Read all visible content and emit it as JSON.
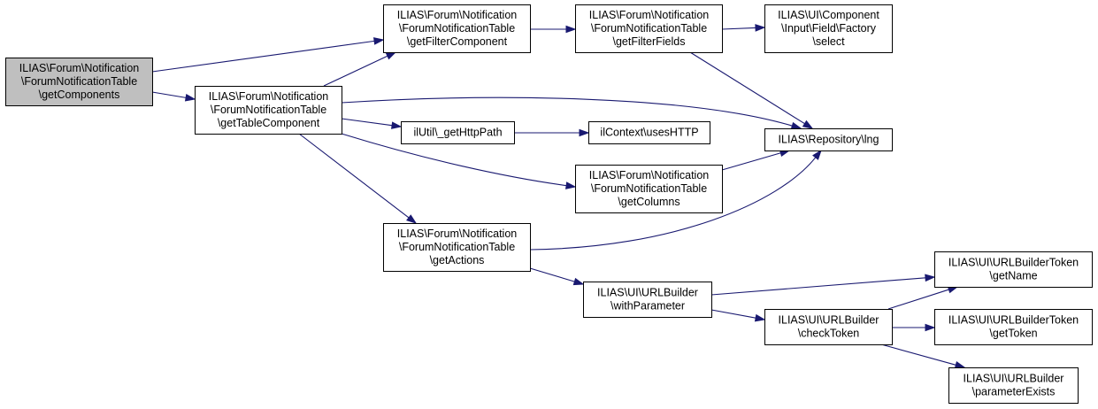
{
  "diagram": {
    "colors": {
      "edge": "#191970",
      "root_fill": "#bfbfbf",
      "node_fill": "#ffffff",
      "border": "#000000"
    },
    "nodes": [
      {
        "id": "getComponents",
        "lines": [
          "ILIAS\\Forum\\Notification",
          "\\ForumNotificationTable",
          "\\getComponents"
        ],
        "root": true
      },
      {
        "id": "getFilterComponent",
        "lines": [
          "ILIAS\\Forum\\Notification",
          "\\ForumNotificationTable",
          "\\getFilterComponent"
        ]
      },
      {
        "id": "getTableComponent",
        "lines": [
          "ILIAS\\Forum\\Notification",
          "\\ForumNotificationTable",
          "\\getTableComponent"
        ]
      },
      {
        "id": "getFilterFields",
        "lines": [
          "ILIAS\\Forum\\Notification",
          "\\ForumNotificationTable",
          "\\getFilterFields"
        ]
      },
      {
        "id": "select",
        "lines": [
          "ILIAS\\UI\\Component",
          "\\Input\\Field\\Factory",
          "\\select"
        ]
      },
      {
        "id": "lng",
        "lines": [
          "ILIAS\\Repository\\lng"
        ]
      },
      {
        "id": "getHttpPath",
        "lines": [
          "ilUtil\\_getHttpPath"
        ]
      },
      {
        "id": "usesHTTP",
        "lines": [
          "ilContext\\usesHTTP"
        ]
      },
      {
        "id": "getColumns",
        "lines": [
          "ILIAS\\Forum\\Notification",
          "\\ForumNotificationTable",
          "\\getColumns"
        ]
      },
      {
        "id": "getActions",
        "lines": [
          "ILIAS\\Forum\\Notification",
          "\\ForumNotificationTable",
          "\\getActions"
        ]
      },
      {
        "id": "withParameter",
        "lines": [
          "ILIAS\\UI\\URLBuilder",
          "\\withParameter"
        ]
      },
      {
        "id": "checkToken",
        "lines": [
          "ILIAS\\UI\\URLBuilder",
          "\\checkToken"
        ]
      },
      {
        "id": "getName",
        "lines": [
          "ILIAS\\UI\\URLBuilderToken",
          "\\getName"
        ]
      },
      {
        "id": "getToken",
        "lines": [
          "ILIAS\\UI\\URLBuilderToken",
          "\\getToken"
        ]
      },
      {
        "id": "parameterExists",
        "lines": [
          "ILIAS\\UI\\URLBuilder",
          "\\parameterExists"
        ]
      }
    ],
    "edges": [
      {
        "from": "getComponents",
        "to": "getFilterComponent"
      },
      {
        "from": "getComponents",
        "to": "getTableComponent"
      },
      {
        "from": "getFilterComponent",
        "to": "getFilterFields"
      },
      {
        "from": "getFilterFields",
        "to": "select"
      },
      {
        "from": "getFilterFields",
        "to": "lng"
      },
      {
        "from": "getTableComponent",
        "to": "getFilterComponent"
      },
      {
        "from": "getTableComponent",
        "to": "lng"
      },
      {
        "from": "getTableComponent",
        "to": "getHttpPath"
      },
      {
        "from": "getHttpPath",
        "to": "usesHTTP"
      },
      {
        "from": "getTableComponent",
        "to": "getColumns"
      },
      {
        "from": "getColumns",
        "to": "lng"
      },
      {
        "from": "getTableComponent",
        "to": "getActions"
      },
      {
        "from": "getActions",
        "to": "lng"
      },
      {
        "from": "getActions",
        "to": "withParameter"
      },
      {
        "from": "withParameter",
        "to": "getName"
      },
      {
        "from": "withParameter",
        "to": "checkToken"
      },
      {
        "from": "checkToken",
        "to": "getName"
      },
      {
        "from": "checkToken",
        "to": "getToken"
      },
      {
        "from": "checkToken",
        "to": "parameterExists"
      }
    ]
  }
}
